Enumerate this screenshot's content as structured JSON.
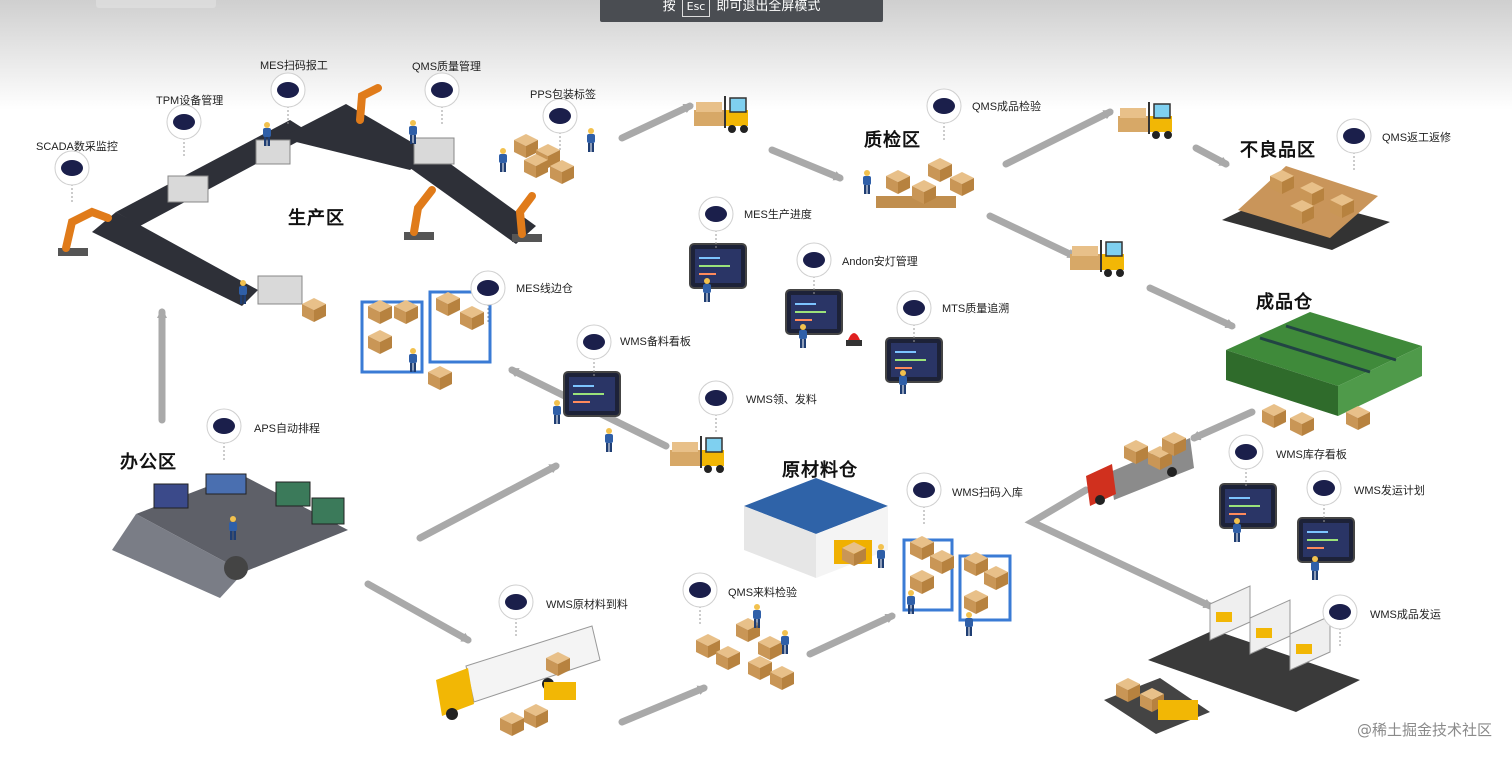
{
  "banner": {
    "prefix": "按",
    "key": "Esc",
    "suffix": "即可退出全屏模式"
  },
  "zones": {
    "production": "生产区",
    "quality_check": "质检区",
    "defective": "不良品区",
    "finished_goods": "成品仓",
    "office": "办公区",
    "raw_material": "原材料仓"
  },
  "labels": {
    "scada": "SCADA数采监控",
    "tpm": "TPM设备管理",
    "mes_scan": "MES扫码报工",
    "qms_quality": "QMS质量管理",
    "pps_pack": "PPS包装标签",
    "qms_finished": "QMS成品检验",
    "qms_rework": "QMS返工返修",
    "mes_progress": "MES生产进度",
    "andon": "Andon安灯管理",
    "mts_trace": "MTS质量追溯",
    "mes_lineside": "MES线边仓",
    "wms_board": "WMS备料看板",
    "wms_issue": "WMS领、发料",
    "aps": "APS自动排程",
    "wms_scan_in": "WMS扫码入库",
    "wms_inventory": "WMS库存看板",
    "wms_ship_plan": "WMS发运计划",
    "wms_raw_arrival": "WMS原材料到料",
    "qms_incoming": "QMS来料检验",
    "wms_ship": "WMS成品发运"
  },
  "footer": {
    "site": "@稀土掘金技术社区"
  },
  "colors": {
    "pin": "#1b1f4b",
    "arrow": "#a9a9a9",
    "conveyor": "#2e3038",
    "box": "#d7a867",
    "worker_shirt": "#2f5fa8",
    "forklift": "#f2b705",
    "warehouse_roof": "#3f8a3a",
    "truck_red": "#d0301e",
    "raw_roof": "#2f63a8"
  },
  "icons": [
    "location-pin-icon",
    "arrow-icon",
    "forklift-icon",
    "truck-icon",
    "warehouse-icon",
    "dashboard-screen-icon",
    "robot-arm-icon",
    "worker-icon",
    "desk-workstation-icon",
    "warning-light-icon",
    "pallet-box-icon",
    "loading-dock-icon"
  ]
}
